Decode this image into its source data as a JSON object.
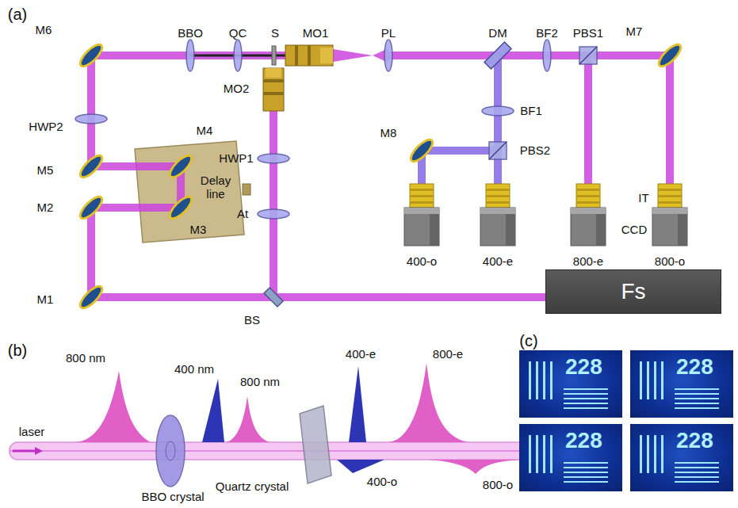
{
  "diagram": {
    "nodes": [
      {
        "text": [
          "Fs"
        ]
      },
      {
        "text": [
          "228"
        ]
      },
      {
        "text": [
          "228"
        ]
      },
      {
        "text": [
          "228"
        ]
      },
      {
        "text": [
          "228"
        ]
      }
    ],
    "labels": [
      "(a)",
      "M6",
      "BBO",
      "QC",
      "S",
      "MO1",
      "PL",
      "DM",
      "BF2",
      "PBS1",
      "M7",
      "HWP2",
      "MO2",
      "M4",
      "M5",
      "HWP1",
      "Delay line",
      "M8",
      "BF1",
      "PBS2",
      "IT",
      "M2",
      "M3",
      "At",
      "400-o",
      "400-e",
      "800-e",
      "CCD",
      "800-o",
      "M1",
      "BS",
      "(b)",
      "laser",
      "800 nm",
      "400 nm",
      "800 nm",
      "400-e",
      "800-e",
      "400-o",
      "800-o",
      "Quartz crystal",
      "BBO crystal",
      "(c)"
    ]
  }
}
